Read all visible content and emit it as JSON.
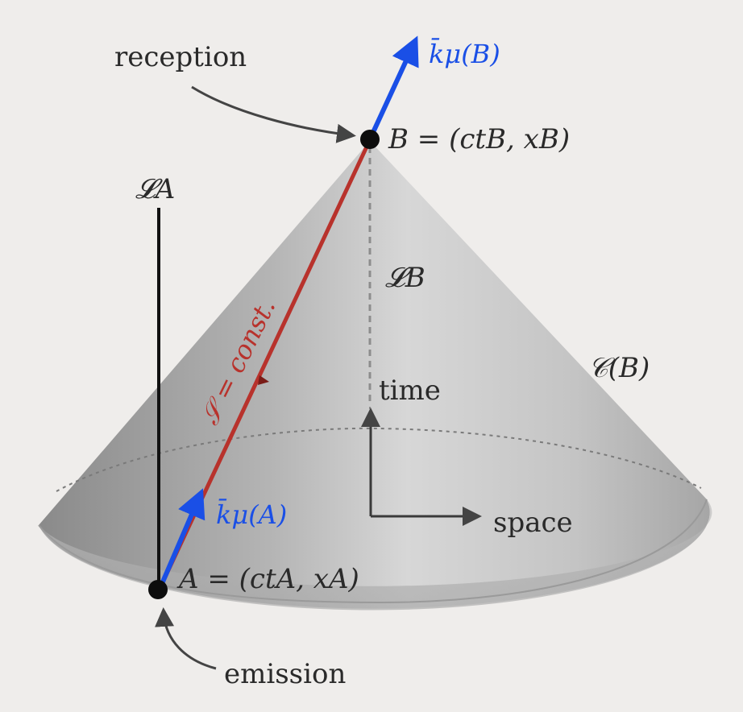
{
  "labels": {
    "reception": "reception",
    "emission": "emission",
    "time": "time",
    "space": "space",
    "worldline_a": "𝓛A",
    "worldline_b": "𝓛B",
    "cone": "𝒞(B)",
    "event_b": "B = (ctB, xB)",
    "event_a": "A = (ctA, xA)",
    "wave_vector_b": "k̄μ(B)",
    "wave_vector_a": "k̄μ(A)",
    "phase_constant": "𝒮 = const."
  },
  "colors": {
    "background": "#efedeb",
    "wave_vector": "#1a4fe6",
    "phase_ray": "#b8322c",
    "ink": "#2a2a2a"
  }
}
